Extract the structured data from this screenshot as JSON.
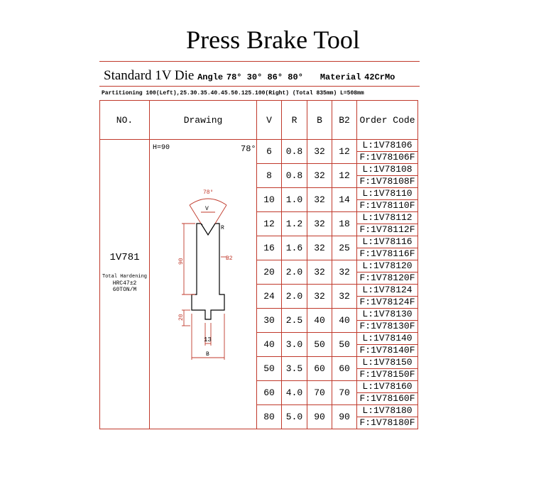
{
  "title": "Press Brake Tool",
  "subtitle": {
    "name": "Standard 1V Die",
    "angle_label": "Angle",
    "angles": "78° 30° 86° 80°",
    "material_label": "Material",
    "material": "42CrMo"
  },
  "partition_text": "Partitioning 100(Left),25.30.35.40.45.50.125.100(Right) (Total 835mm) L=508mm",
  "headers": {
    "no": "NO.",
    "drawing": "Drawing",
    "v": "V",
    "r": "R",
    "b": "B",
    "b2": "B2",
    "code": "Order Code"
  },
  "model": {
    "number": "1V781",
    "hardening_label": "Total Hardening",
    "hardness": "HRC47±2",
    "capacity": "60TON/M"
  },
  "drawing": {
    "height_label": "H=90",
    "angle_label": "78°",
    "angle_top": "78°",
    "v_label": "V",
    "r_label": "R",
    "b2_label": "B2",
    "dim_90": "90",
    "dim_20": "20",
    "dim_13": "13",
    "b_label": "B"
  },
  "rows": [
    {
      "v": "6",
      "r": "0.8",
      "b": "32",
      "b2": "12",
      "code_l": "L:1V78106",
      "code_f": "F:1V78106F"
    },
    {
      "v": "8",
      "r": "0.8",
      "b": "32",
      "b2": "12",
      "code_l": "L:1V78108",
      "code_f": "F:1V78108F"
    },
    {
      "v": "10",
      "r": "1.0",
      "b": "32",
      "b2": "14",
      "code_l": "L:1V78110",
      "code_f": "F:1V78110F"
    },
    {
      "v": "12",
      "r": "1.2",
      "b": "32",
      "b2": "18",
      "code_l": "L:1V78112",
      "code_f": "F:1V78112F"
    },
    {
      "v": "16",
      "r": "1.6",
      "b": "32",
      "b2": "25",
      "code_l": "L:1V78116",
      "code_f": "F:1V78116F"
    },
    {
      "v": "20",
      "r": "2.0",
      "b": "32",
      "b2": "32",
      "code_l": "L:1V78120",
      "code_f": "F:1V78120F"
    },
    {
      "v": "24",
      "r": "2.0",
      "b": "32",
      "b2": "32",
      "code_l": "L:1V78124",
      "code_f": "F:1V78124F"
    },
    {
      "v": "30",
      "r": "2.5",
      "b": "40",
      "b2": "40",
      "code_l": "L:1V78130",
      "code_f": "F:1V78130F"
    },
    {
      "v": "40",
      "r": "3.0",
      "b": "50",
      "b2": "50",
      "code_l": "L:1V78140",
      "code_f": "F:1V78140F"
    },
    {
      "v": "50",
      "r": "3.5",
      "b": "60",
      "b2": "60",
      "code_l": "L:1V78150",
      "code_f": "F:1V78150F"
    },
    {
      "v": "60",
      "r": "4.0",
      "b": "70",
      "b2": "70",
      "code_l": "L:1V78160",
      "code_f": "F:1V78160F"
    },
    {
      "v": "80",
      "r": "5.0",
      "b": "90",
      "b2": "90",
      "code_l": "L:1V78180",
      "code_f": "F:1V78180F"
    }
  ],
  "colors": {
    "rule": "#c0392b",
    "text": "#000000"
  }
}
